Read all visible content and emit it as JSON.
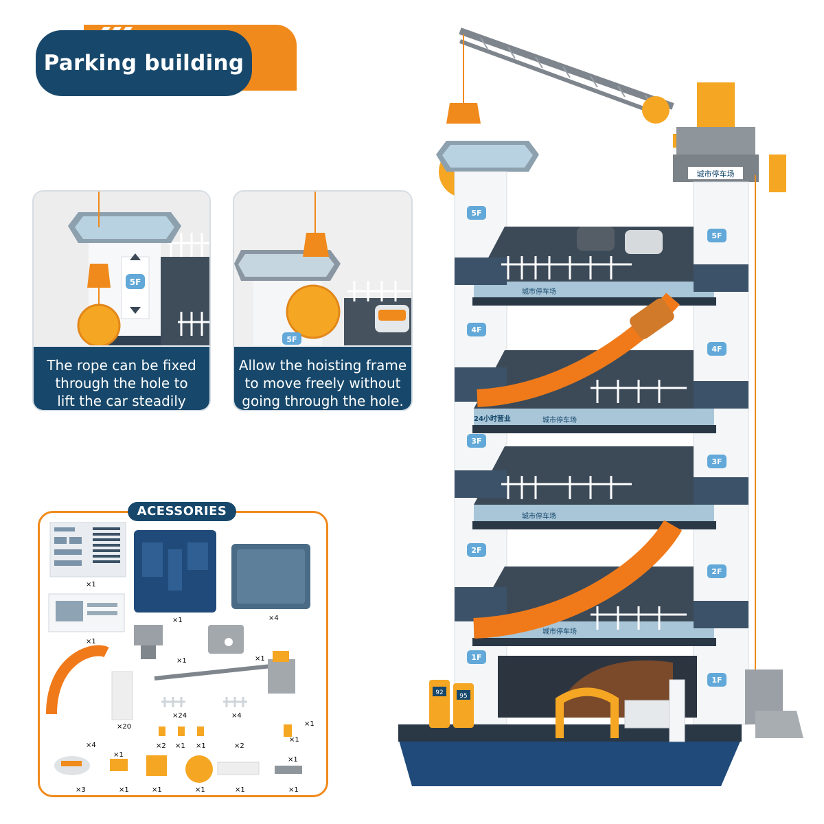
{
  "title": "Parking building",
  "cards": [
    {
      "caption_lines": [
        "The rope can be fixed",
        "through the hole to",
        "lift the car steadily"
      ],
      "floor_label": "5F"
    },
    {
      "caption_lines": [
        "Allow the hoisting frame",
        "to move freely without",
        "going through the hole."
      ],
      "floor_label": "5F"
    }
  ],
  "accessories": {
    "label": "ACESSORIES",
    "quantities": [
      "×1",
      "×1",
      "×4",
      "×1",
      "×1",
      "×1",
      "×20",
      "×24",
      "×4",
      "×1",
      "×4",
      "×2",
      "×1",
      "×1",
      "×2",
      "×1",
      "×1",
      "×1",
      "×3",
      "×1",
      "×1",
      "×1",
      "×1",
      "×1"
    ]
  },
  "building": {
    "floors": [
      "5F",
      "4F",
      "3F",
      "2F",
      "1F"
    ],
    "sign_text": "城市停车场",
    "hours_text": "24小时营业",
    "pump_numbers": [
      "92",
      "95"
    ]
  },
  "colors": {
    "navy": "#17486b",
    "orange": "#f08a1c",
    "track_orange": "#f07a1a",
    "slate": "#3c4a58",
    "pillar": "#f4f6f8"
  }
}
